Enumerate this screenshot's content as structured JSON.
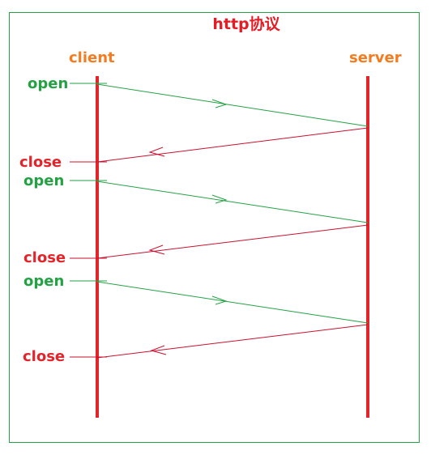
{
  "title": "http协议",
  "participants": {
    "client": "client",
    "server": "server"
  },
  "events": [
    {
      "label": "open",
      "kind": "open"
    },
    {
      "label": "close",
      "kind": "close"
    },
    {
      "label": "open",
      "kind": "open"
    },
    {
      "label": "close",
      "kind": "close"
    },
    {
      "label": "open",
      "kind": "open"
    },
    {
      "label": "close",
      "kind": "close"
    }
  ],
  "colors": {
    "title": "#e51c23",
    "participant": "#f47c20",
    "lifeline": "#e3242b",
    "request": "#23a244",
    "response": "#c8102e",
    "frame": "#23a244"
  }
}
